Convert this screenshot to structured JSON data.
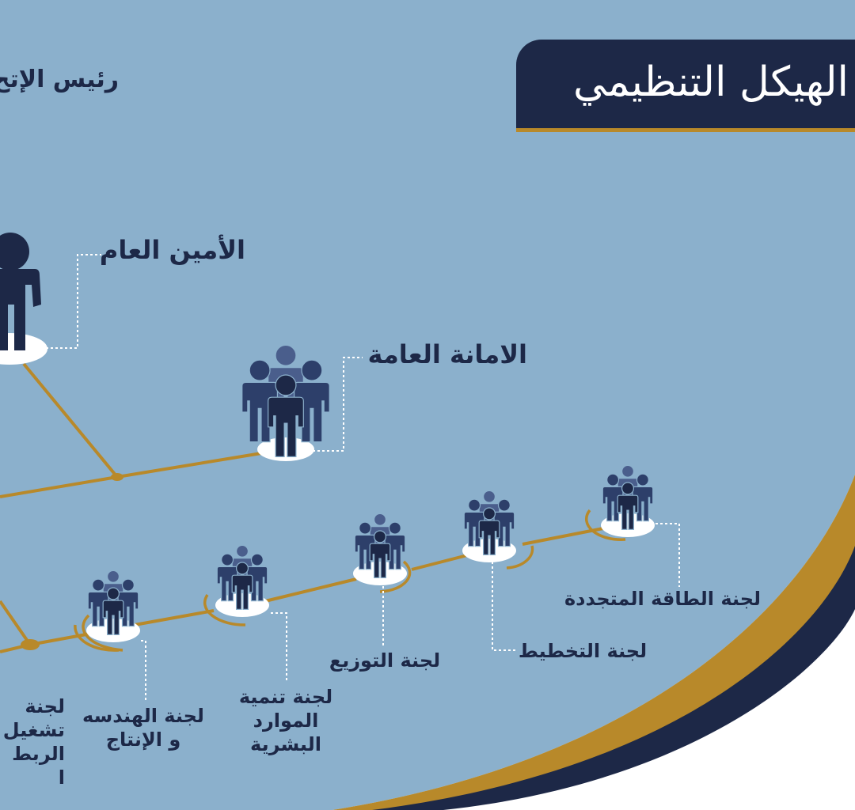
{
  "title": "الهيكل التنظيمي",
  "nodes": {
    "president": {
      "label": "رئيس الإتح"
    },
    "secretary_general": {
      "label": "الأمين العام"
    },
    "general_secretariat": {
      "label": "الامانة العامة"
    },
    "committees": [
      {
        "lines": [
          "لجنة الطاقة المتجددة"
        ]
      },
      {
        "lines": [
          "لجنة التخطيط"
        ]
      },
      {
        "lines": [
          "لجنة التوزيع"
        ]
      },
      {
        "lines": [
          "لجنة تنمية",
          "الموارد",
          "البشرية"
        ]
      },
      {
        "lines": [
          "لجنة الهندسه",
          "و الإنتاج"
        ]
      },
      {
        "lines": [
          "لجنة",
          "تشغيل",
          "الربط ا"
        ]
      }
    ]
  },
  "colors": {
    "background": "#8bb0cc",
    "navy": "#1d2847",
    "person_mid": "#2d3f6a",
    "person_light": "#4a5e8c",
    "gold": "#b8892a",
    "base_ellipse": "#ffffff",
    "connector_dotted": "#ffffff"
  }
}
